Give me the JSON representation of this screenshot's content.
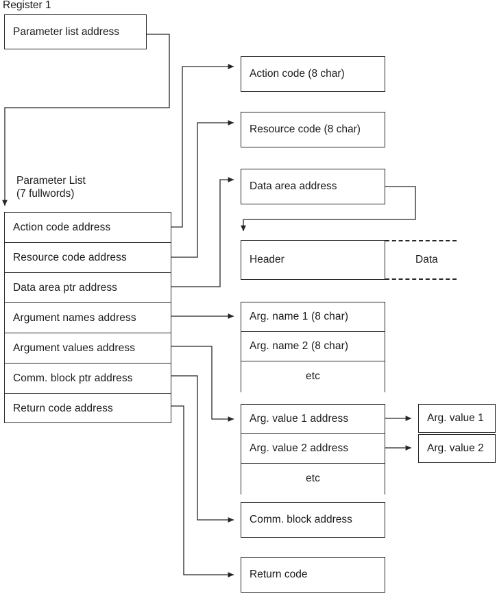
{
  "diagram": {
    "title_register": "Register 1",
    "title_paramlist_line1": "Parameter List",
    "title_paramlist_line2": "(7 fullwords)",
    "register_box": {
      "label": "Parameter list address"
    },
    "parameter_list_rows": [
      {
        "label": "Action code address"
      },
      {
        "label": "Resource code address"
      },
      {
        "label": "Data area ptr address"
      },
      {
        "label": "Argument names address"
      },
      {
        "label": "Argument values address"
      },
      {
        "label": "Comm. block ptr address"
      },
      {
        "label": "Return code address"
      }
    ],
    "targets": {
      "action_code": "Action code (8 char)",
      "resource_code": "Resource code (8 char)",
      "data_area_address": "Data area address",
      "header": "Header",
      "data": "Data",
      "arg_names": [
        "Arg. name 1 (8 char)",
        "Arg. name 2 (8 char)",
        "etc"
      ],
      "arg_values": [
        "Arg. value 1 address",
        "Arg. value 2 address",
        "etc"
      ],
      "arg_value_leaves": [
        "Arg. value 1",
        "Arg. value 2"
      ],
      "comm_block_address": "Comm. block address",
      "return_code": "Return code"
    },
    "colors": {
      "stroke": "#262626",
      "background": "#ffffff",
      "text": "#1a1a1a"
    }
  }
}
